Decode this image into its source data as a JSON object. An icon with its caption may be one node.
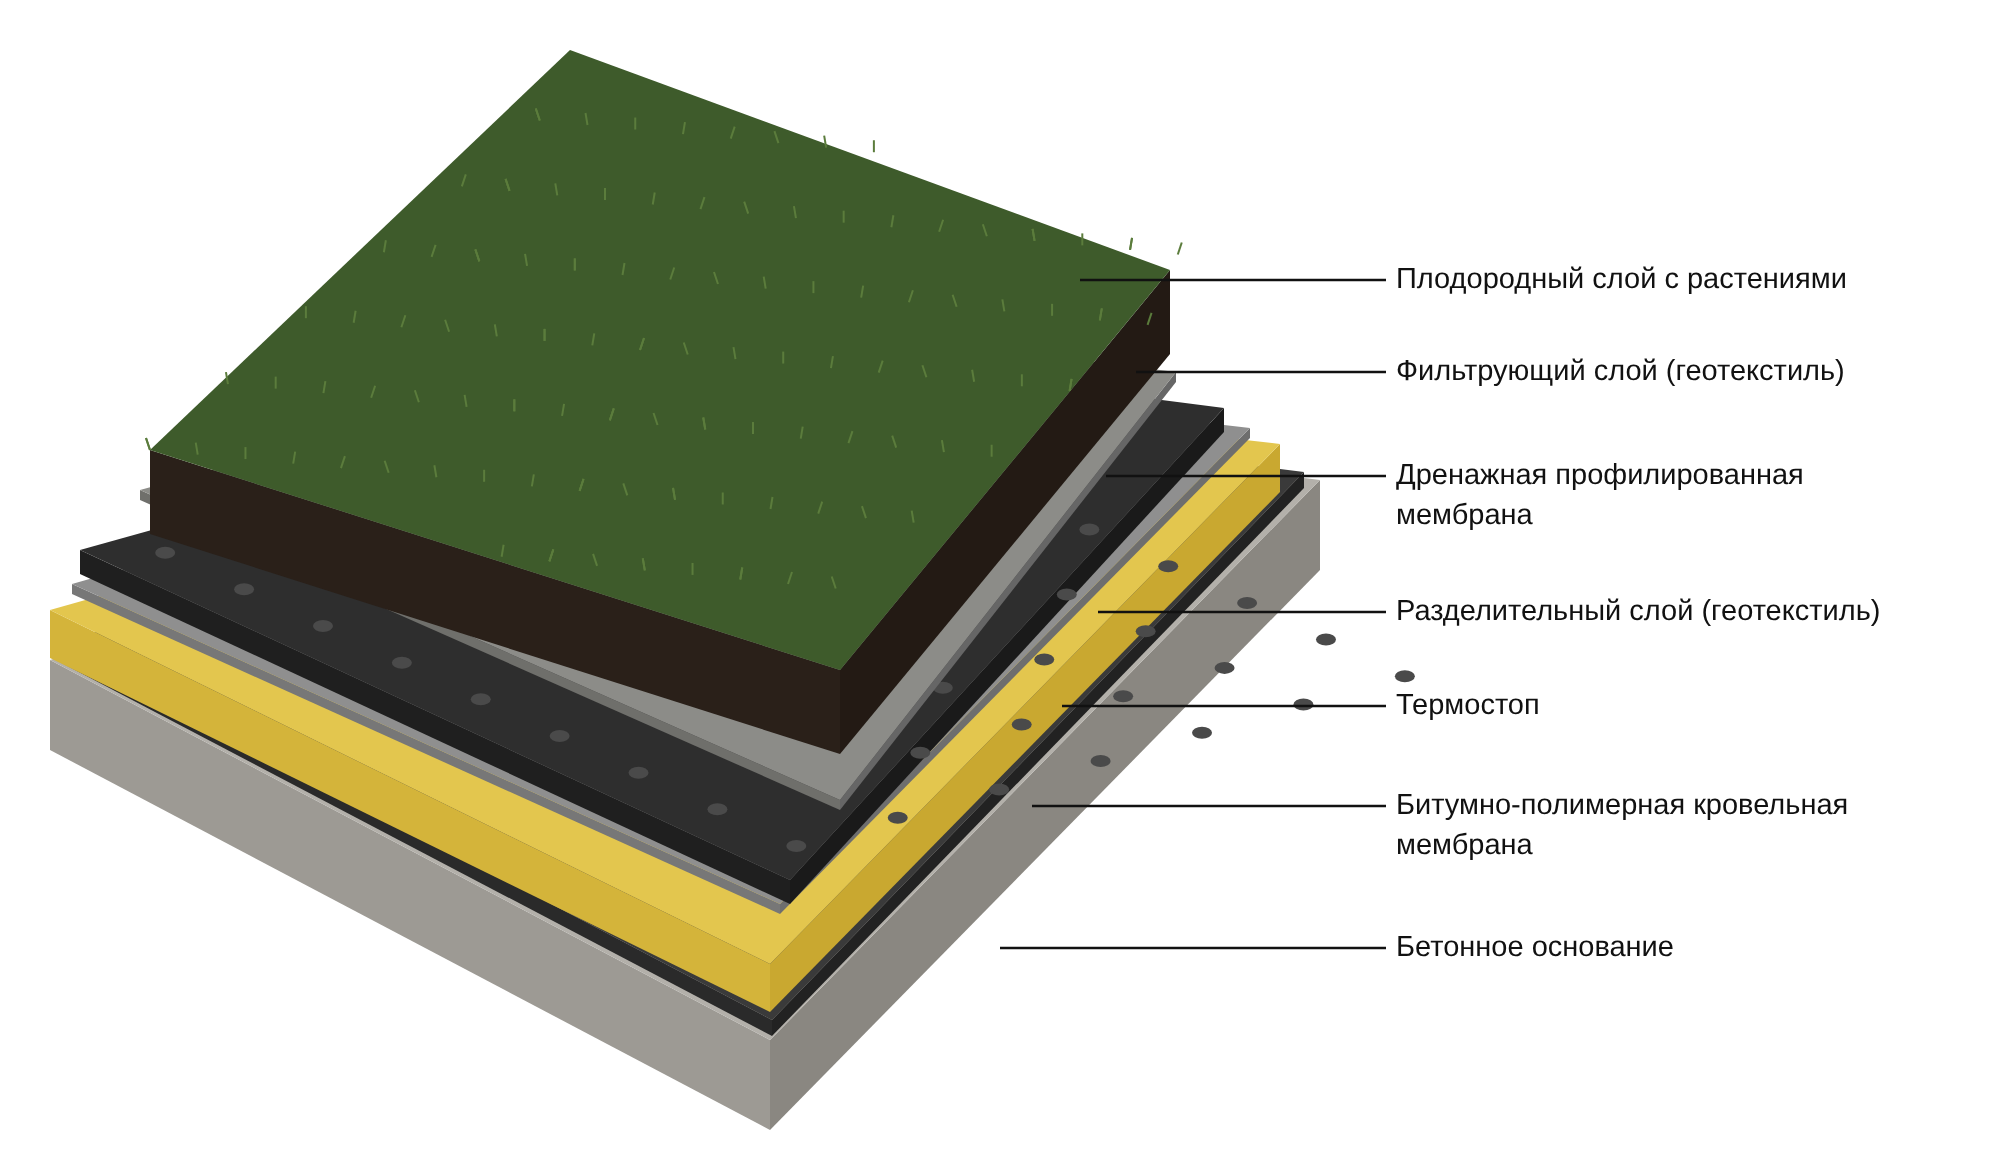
{
  "diagram": {
    "nodes": [
      {
        "text": [
          "Плодородный слой с растениями"
        ]
      },
      {
        "text": [
          "Фильтрующий слой (геотекстиль)"
        ]
      },
      {
        "text": [
          "Дренажная профилированная мембрана"
        ]
      },
      {
        "text": [
          "Разделительный слой (геотекстиль)"
        ]
      },
      {
        "text": [
          "Термостоп"
        ]
      },
      {
        "text": [
          "Битумно-полимерная кровельная мембрана"
        ]
      },
      {
        "text": [
          "Бетонное основание"
        ]
      }
    ],
    "edges": [
      {
        "from": 0,
        "to": null,
        "arrow": "none"
      },
      {
        "from": 1,
        "to": null,
        "arrow": "none"
      },
      {
        "from": 2,
        "to": null,
        "arrow": "none"
      },
      {
        "from": 3,
        "to": null,
        "arrow": "none"
      },
      {
        "from": 4,
        "to": null,
        "arrow": "none"
      },
      {
        "from": 5,
        "to": null,
        "arrow": "none"
      },
      {
        "from": 6,
        "to": null,
        "arrow": "none"
      }
    ]
  }
}
